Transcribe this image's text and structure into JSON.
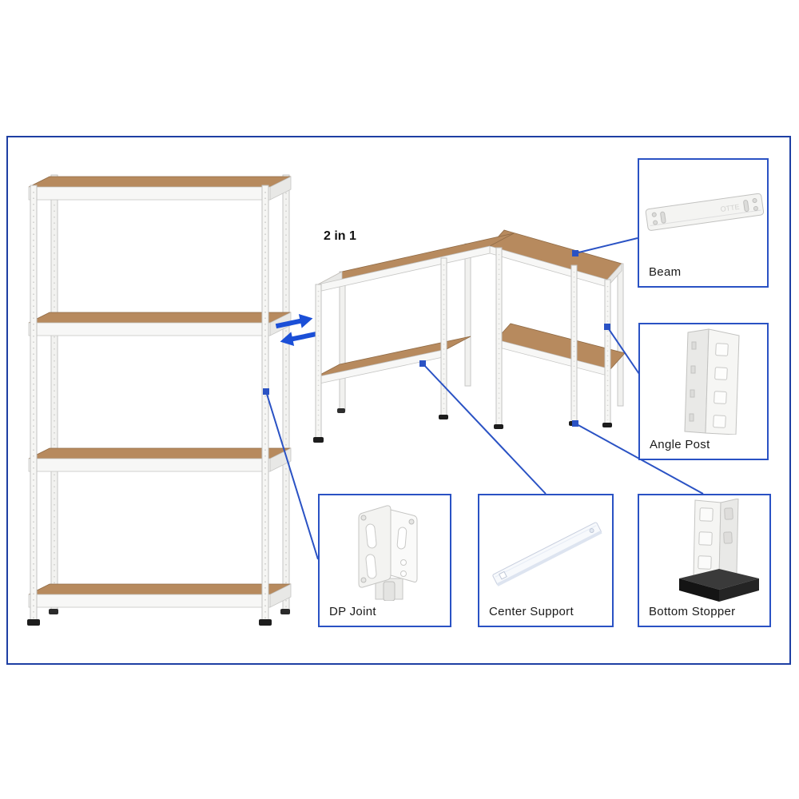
{
  "colors": {
    "frame_blue": "#1e3fa3",
    "callout_blue": "#2a52c4",
    "arrow_blue": "#1b4fd7",
    "wood_brown": "#b78a5e",
    "metal_white": "#f6f6f4",
    "stopper_black": "#1a1a1a"
  },
  "labels": {
    "variant": "2 in 1",
    "beam_emboss": "OTTE"
  },
  "callouts": [
    {
      "id": "beam",
      "label": "Beam"
    },
    {
      "id": "angle-post",
      "label": "Angle Post"
    },
    {
      "id": "dp-joint",
      "label": "DP Joint"
    },
    {
      "id": "center-support",
      "label": "Center Support"
    },
    {
      "id": "bottom-stopper",
      "label": "Bottom Stopper"
    }
  ]
}
